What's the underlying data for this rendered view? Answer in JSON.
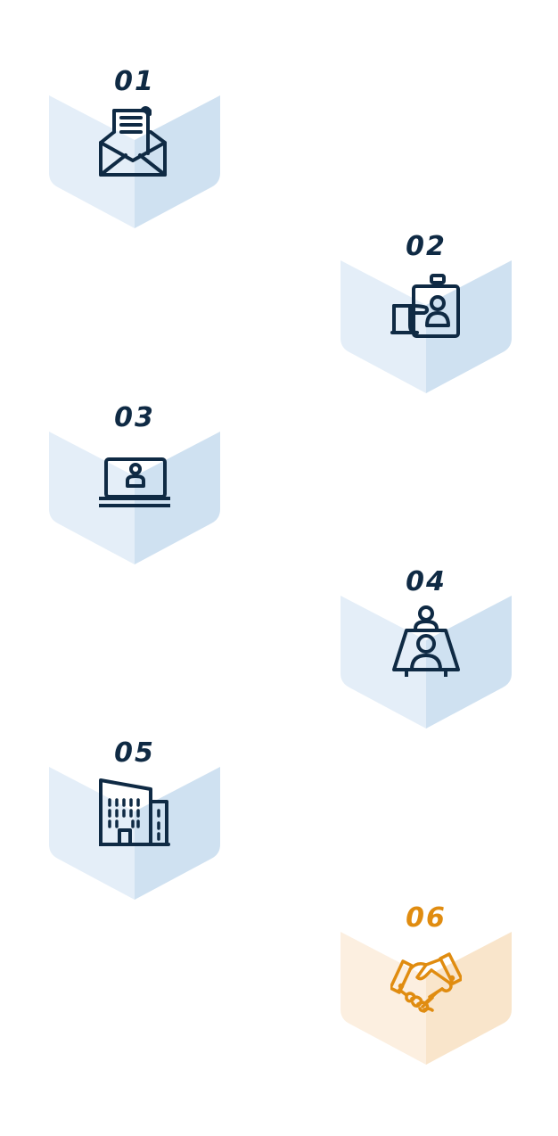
{
  "colors": {
    "ink": "#0f2a44",
    "accent": "#e08c10",
    "badge_light": "#e4eef8",
    "badge_dark": "#cfe1f1",
    "accent_light": "#fcefe0",
    "accent_dark": "#f9e5cb"
  },
  "steps": [
    {
      "number": "01",
      "icon": "envelope-letter-icon"
    },
    {
      "number": "02",
      "icon": "id-badge-hand-icon"
    },
    {
      "number": "03",
      "icon": "laptop-person-icon"
    },
    {
      "number": "04",
      "icon": "interview-person-icon"
    },
    {
      "number": "05",
      "icon": "office-building-icon"
    },
    {
      "number": "06",
      "icon": "handshake-icon"
    }
  ]
}
